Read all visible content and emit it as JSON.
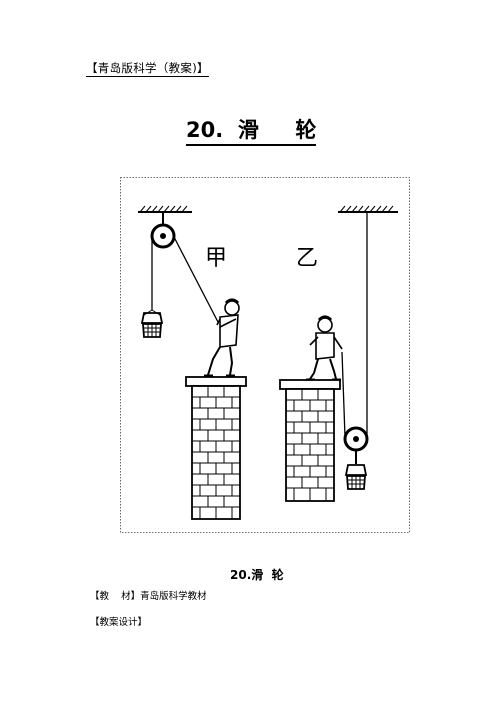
{
  "header": {
    "text": "【青岛版科学（教案)】"
  },
  "title": {
    "text": "20.  滑     轮"
  },
  "figure": {
    "label_left": "甲",
    "label_right": "乙"
  },
  "caption": {
    "text": "20.滑  轮"
  },
  "material": {
    "label": "【教    材】",
    "value": "青岛版科学教材"
  },
  "design": {
    "label": "【教案设计】"
  }
}
